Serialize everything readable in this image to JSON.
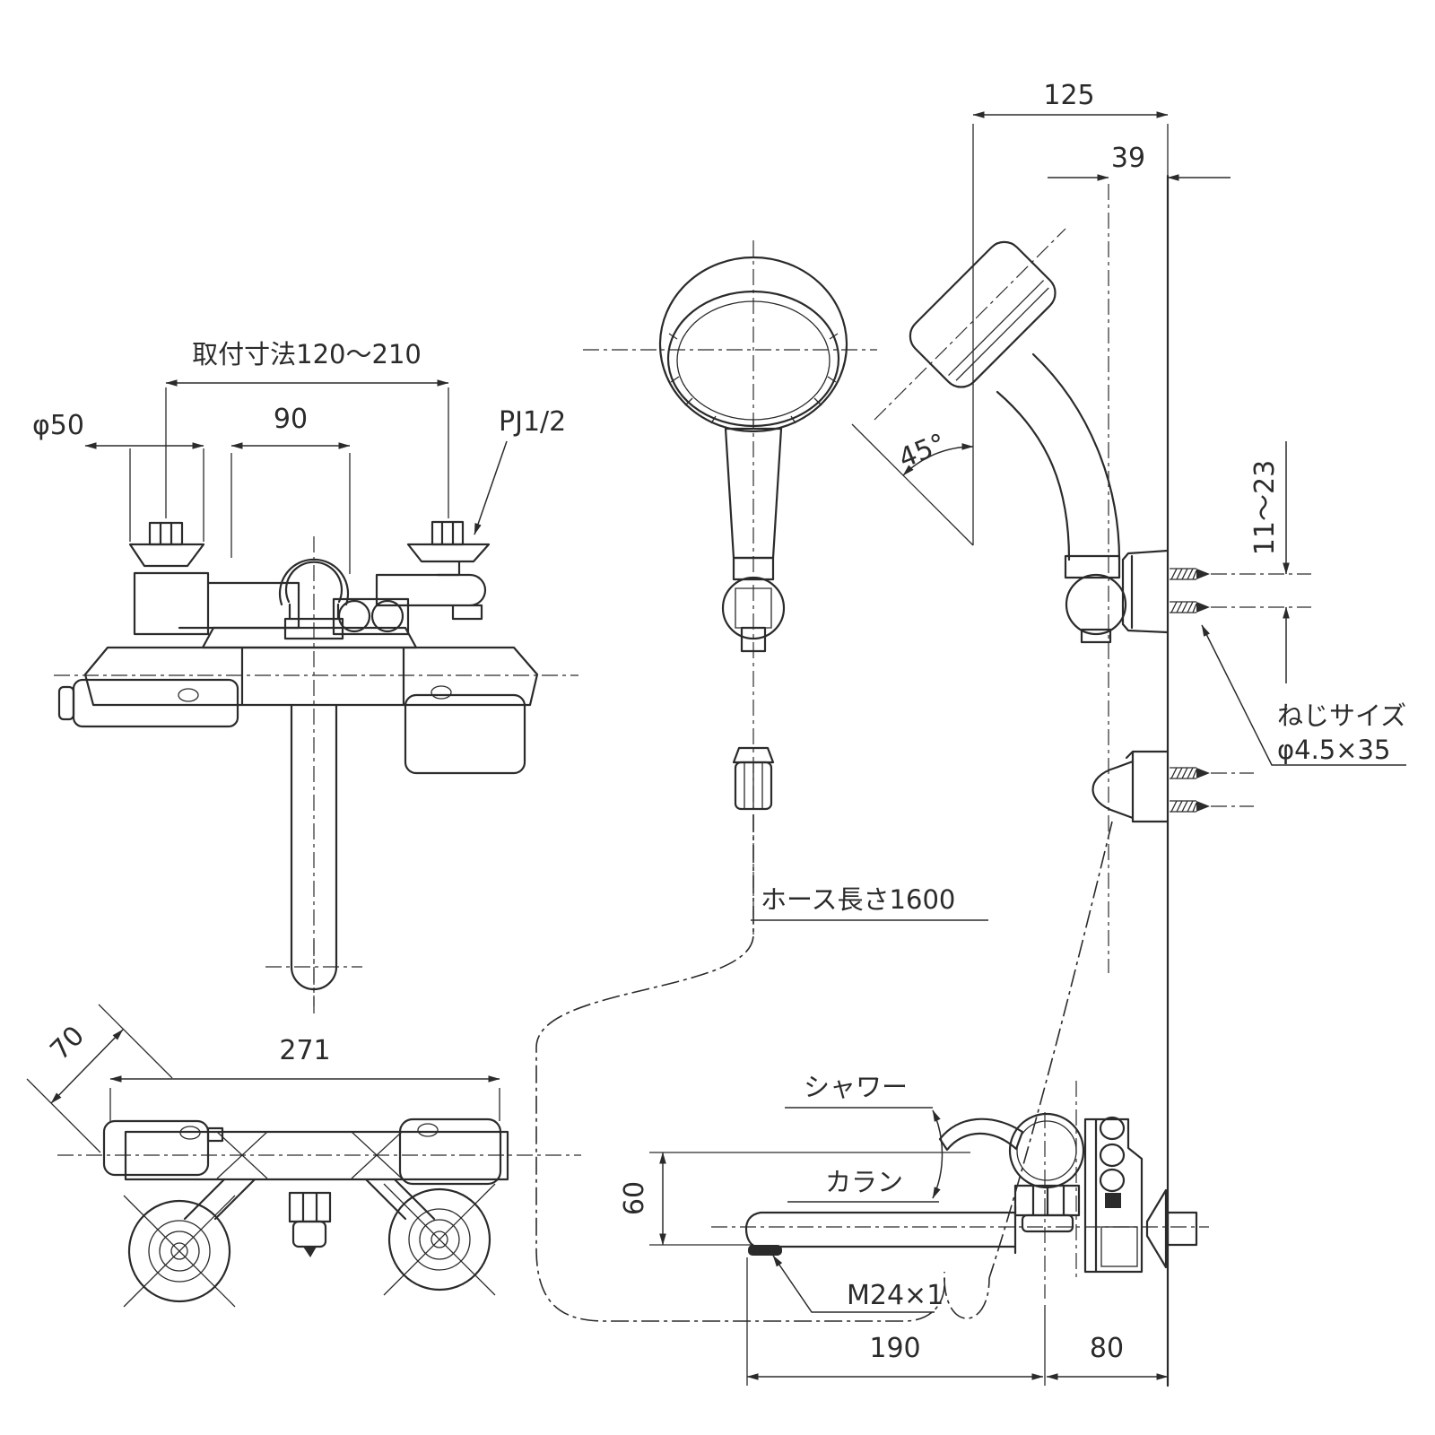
{
  "drawing": {
    "kind": "technical-dimension-drawing",
    "subject": "wall-mounted thermostatic bath mixer with hand shower",
    "colors": {
      "line": "#2b2b2b",
      "background": "#ffffff"
    }
  },
  "labels": {
    "mounting_pitch": "取付寸法120〜210",
    "phi50": "φ50",
    "dim90": "90",
    "pj": "PJ1/2",
    "dim125": "125",
    "dim39": "39",
    "angle45": "45°",
    "screw_range": "11〜23",
    "screw_size_1": "ねじサイズ",
    "screw_size_2": "φ4.5×35",
    "hose_length": "ホース長さ1600",
    "dim70": "70",
    "dim271": "271",
    "shower": "シャワー",
    "karan": "カラン",
    "dim60": "60",
    "m24": "M24×1",
    "dim190": "190",
    "dim80": "80"
  }
}
